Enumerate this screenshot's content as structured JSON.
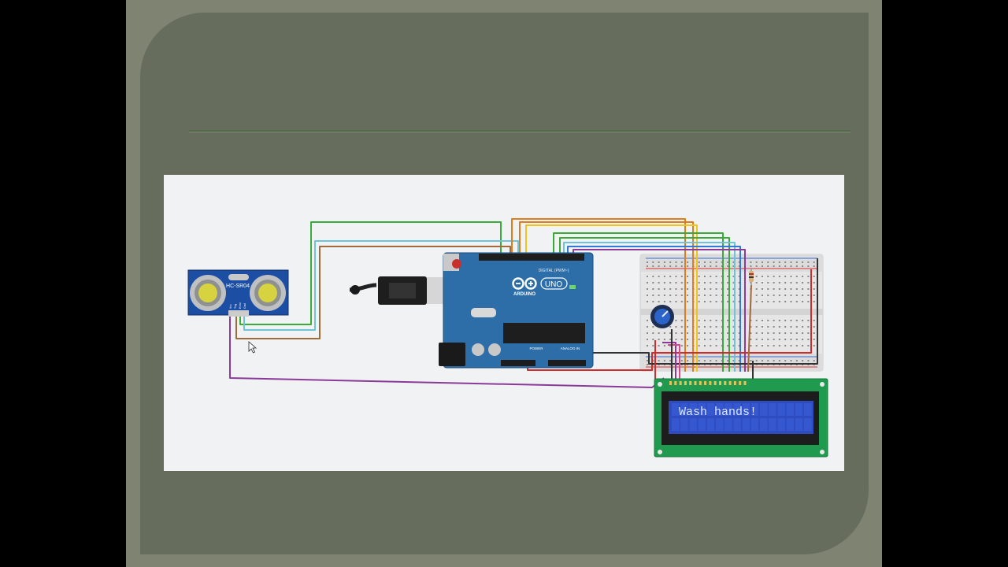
{
  "sensor": {
    "model": "HC-SR04",
    "pins": [
      "Vcc",
      "Trig",
      "Echo",
      "Gnd"
    ]
  },
  "arduino": {
    "brand": "ARDUINO",
    "model": "UNO",
    "digital_label": "DIGITAL (PWM~)",
    "power_label": "POWER",
    "analog_label": "ANALOG IN"
  },
  "lcd": {
    "message": "Wash hands!"
  },
  "colors": {
    "slide_outer": "#7e8471",
    "slide_panel": "#676d5c",
    "image_bg": "#f1f2f4",
    "arduino_board": "#2d6ea8",
    "lcd_pcb": "#1f9a4e",
    "lcd_screen": "#2e4bbf",
    "wire_green": "#3aaa3a",
    "wire_cyan": "#6fc3d6",
    "wire_brown": "#a06a3a",
    "wire_orange": "#e07d1a",
    "wire_yellow": "#f0c419",
    "wire_blue": "#3577d6",
    "wire_purple": "#8a3b9a",
    "wire_red": "#d22b2b",
    "wire_black": "#333333"
  }
}
